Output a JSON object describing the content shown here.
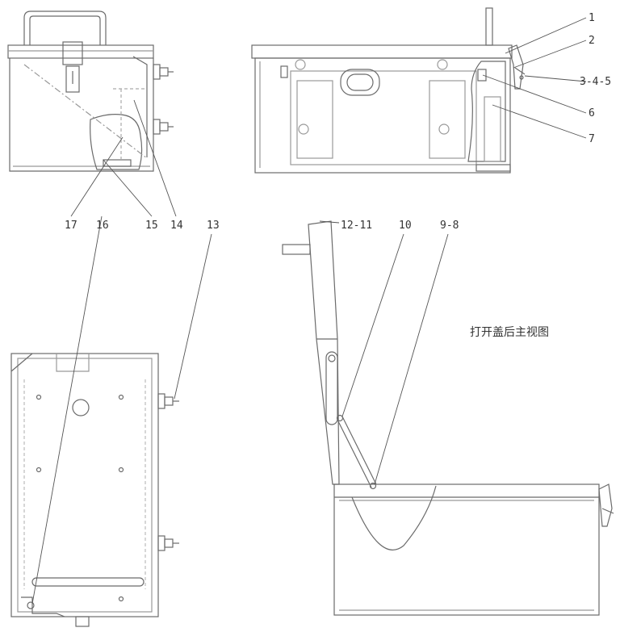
{
  "callouts": {
    "c1": "1",
    "c2": "2",
    "c3": "3-4-5",
    "c6": "6",
    "c7": "7",
    "c17": "17",
    "c15": "15",
    "c14": "14",
    "c16": "16",
    "c13": "13",
    "c12": "12-11",
    "c10": "10",
    "c98": "9-8"
  },
  "caption": "打开盖后主视图",
  "colors": {
    "line": "#6b6b6b",
    "leader": "#555555",
    "hidden": "#aaaaaa"
  }
}
